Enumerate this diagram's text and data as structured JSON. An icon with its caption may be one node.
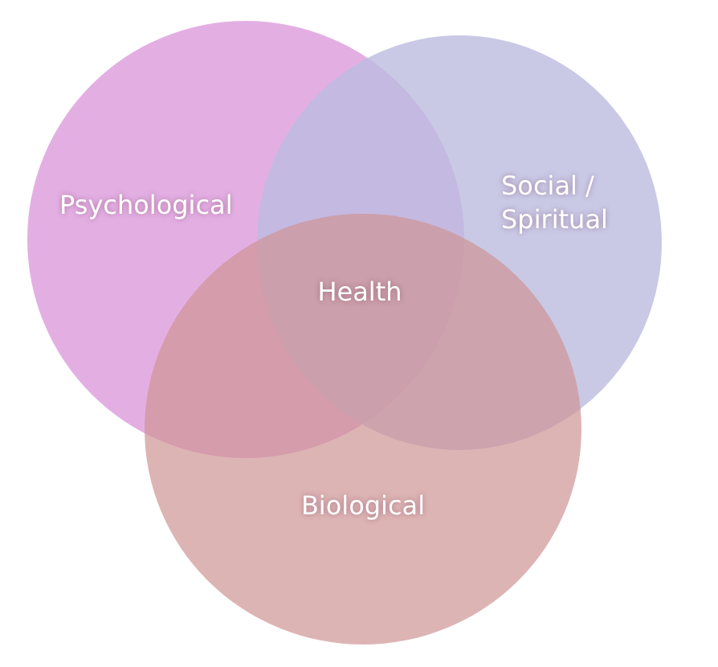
{
  "diagram": {
    "nodes": [
      {
        "text": [
          "Psychological"
        ]
      },
      {
        "text": [
          "Social / Spiritual"
        ]
      },
      {
        "text": [
          "Biological"
        ]
      }
    ],
    "labels": [
      "Health"
    ]
  }
}
